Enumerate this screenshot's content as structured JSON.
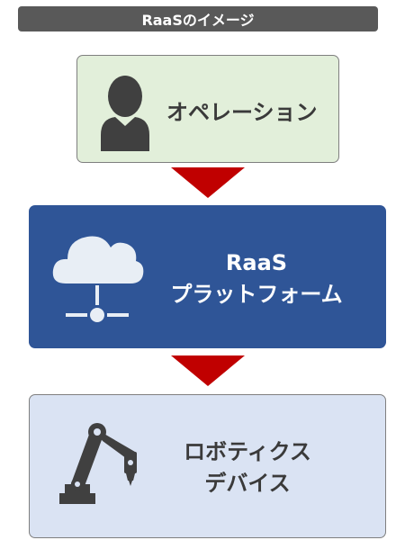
{
  "header": {
    "title": "RaaSのイメージ"
  },
  "operation": {
    "label": "オペレーション",
    "icon": "person-icon"
  },
  "platform": {
    "line1": "RaaS",
    "line2": "プラットフォーム",
    "icon": "cloud-network-icon"
  },
  "robotics": {
    "line1": "ロボティクス",
    "line2": "デバイス",
    "icon": "robot-arm-icon"
  },
  "colors": {
    "title_bar": "#595959",
    "operation_fill": "#e2efda",
    "platform_fill": "#2f5597",
    "robotics_fill": "#dae3f3",
    "arrow": "#c00000",
    "icon_dark": "#404040"
  }
}
